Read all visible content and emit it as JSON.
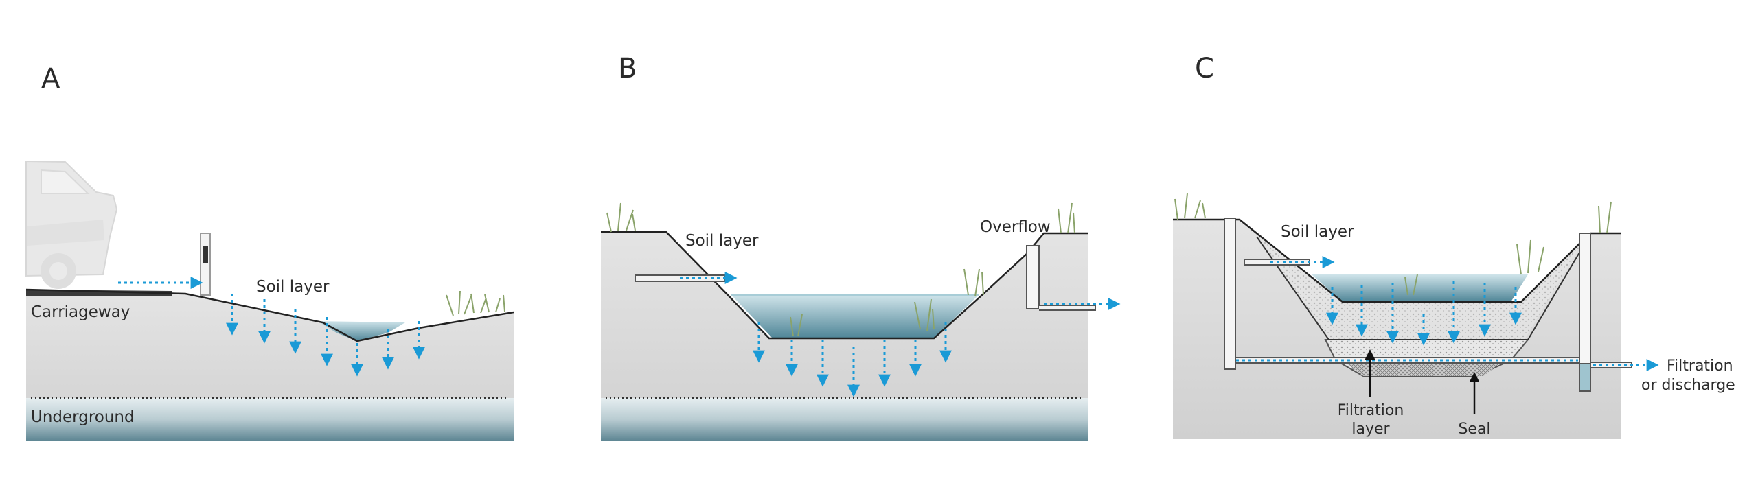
{
  "panels": {
    "a": {
      "letter": "A",
      "labels": {
        "soil_layer": "Soil layer",
        "carriageway": "Carriageway",
        "underground": "Underground"
      }
    },
    "b": {
      "letter": "B",
      "labels": {
        "soil_layer": "Soil layer",
        "overflow": "Overflow"
      }
    },
    "c": {
      "letter": "C",
      "labels": {
        "soil_layer": "Soil layer",
        "filtration_layer_line1": "Filtration",
        "filtration_layer_line2": "layer",
        "seal": "Seal",
        "outlet_line1": "Filtration",
        "outlet_line2": "or discharge"
      }
    }
  },
  "colors": {
    "flow_arrow": "#1a9ad6",
    "water": "#8fbfcc",
    "soil": "#d8d8d8",
    "groundwater": "#9ab7bf",
    "vegetation": "#8aa36a"
  }
}
